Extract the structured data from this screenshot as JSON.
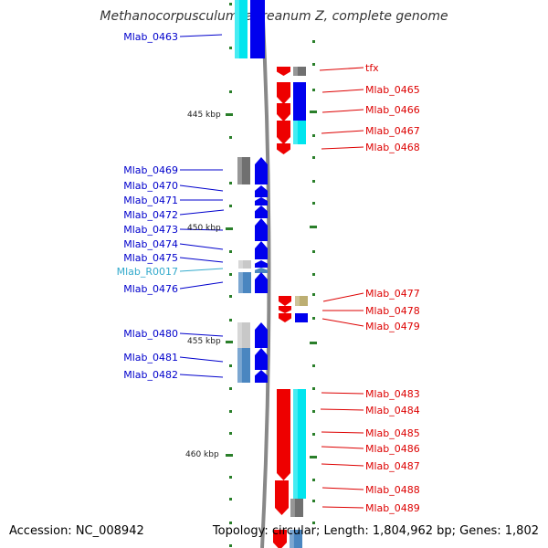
{
  "title": "Methanocorpusculum labreanum Z, complete genome",
  "accession": "Accession: NC_008942",
  "topology": "Topology: circular; Length: 1,804,962 bp; Genes: 1,802",
  "colors": {
    "left_label": "#0000cc",
    "rna_label": "#33aacc",
    "right_label": "#dd0000",
    "backbone": "#888888",
    "tick": "#2a7f2a",
    "gene_reverse": "#0000ee",
    "gene_forward": "#ee0000",
    "cog_cyan": "#00e5ee",
    "cog_steel": "#4a86c0",
    "cog_gray": "#707070",
    "cog_lightgray": "#c8c8c8",
    "cog_olive": "#bcae72",
    "cog_blue": "#1a1aee"
  },
  "scale_labels": [
    "445 kbp",
    "450 kbp",
    "455 kbp",
    "460 kbp"
  ],
  "left_labels": [
    "Mlab_0463",
    "Mlab_0469",
    "Mlab_0470",
    "Mlab_0471",
    "Mlab_0472",
    "Mlab_0473",
    "Mlab_0474",
    "Mlab_0475",
    "Mlab_R0017",
    "Mlab_0476",
    "Mlab_0480",
    "Mlab_0481",
    "Mlab_0482"
  ],
  "right_labels": [
    "tfx",
    "Mlab_0465",
    "Mlab_0466",
    "Mlab_0467",
    "Mlab_0468",
    "Mlab_0477",
    "Mlab_0478",
    "Mlab_0479",
    "Mlab_0483",
    "Mlab_0484",
    "Mlab_0485",
    "Mlab_0486",
    "Mlab_0487",
    "Mlab_0488",
    "Mlab_0489"
  ]
}
